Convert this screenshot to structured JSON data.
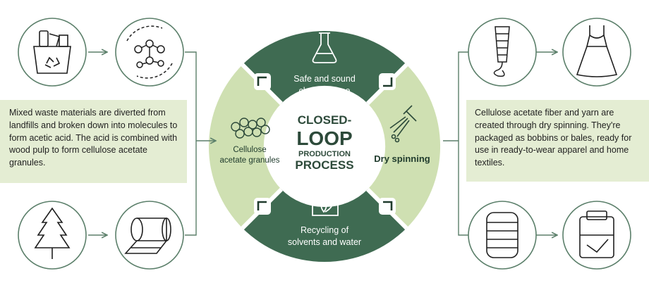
{
  "colors": {
    "dark_green": "#3f6b52",
    "light_green": "#cfe0b2",
    "pale_green": "#e4edd3",
    "line_green": "#5b7f6a"
  },
  "center": {
    "line1": "CLOSED-",
    "line2": "LOOP",
    "line3": "PRODUCTION",
    "line4": "PROCESS"
  },
  "segments": {
    "top": {
      "line1": "Safe and sound",
      "line2": "chemical use",
      "icon": "flask-icon"
    },
    "left": {
      "line1": "Cellulose",
      "line2": "acetate granules",
      "icon": "granules-icon"
    },
    "right": {
      "line1": "Dry spinning",
      "icon": "spinneret-icon"
    },
    "bottom": {
      "line1": "Recycling of",
      "line2": "solvents and water",
      "icon": "factory-leaf-icon"
    }
  },
  "left_text": "Mixed waste materials are diverted from landfills and broken down into molecules to form acetic acid. The acid is combined with wood pulp to form cellulose acetate granules.",
  "right_text": "Cellulose acetate fiber and yarn are created through dry spinning. They're packaged as bobbins or bales, ready for use in ready-to-wear apparel and home textiles.",
  "icons": {
    "top_left_1": "recycle-bin-icon",
    "top_left_2": "molecule-cycle-icon",
    "bottom_left_1": "tree-icon",
    "bottom_left_2": "paper-roll-icon",
    "top_right_1": "yarn-spool-icon",
    "top_right_2": "dress-icon",
    "bottom_right_1": "bale-icon",
    "bottom_right_2": "bedding-icon"
  }
}
